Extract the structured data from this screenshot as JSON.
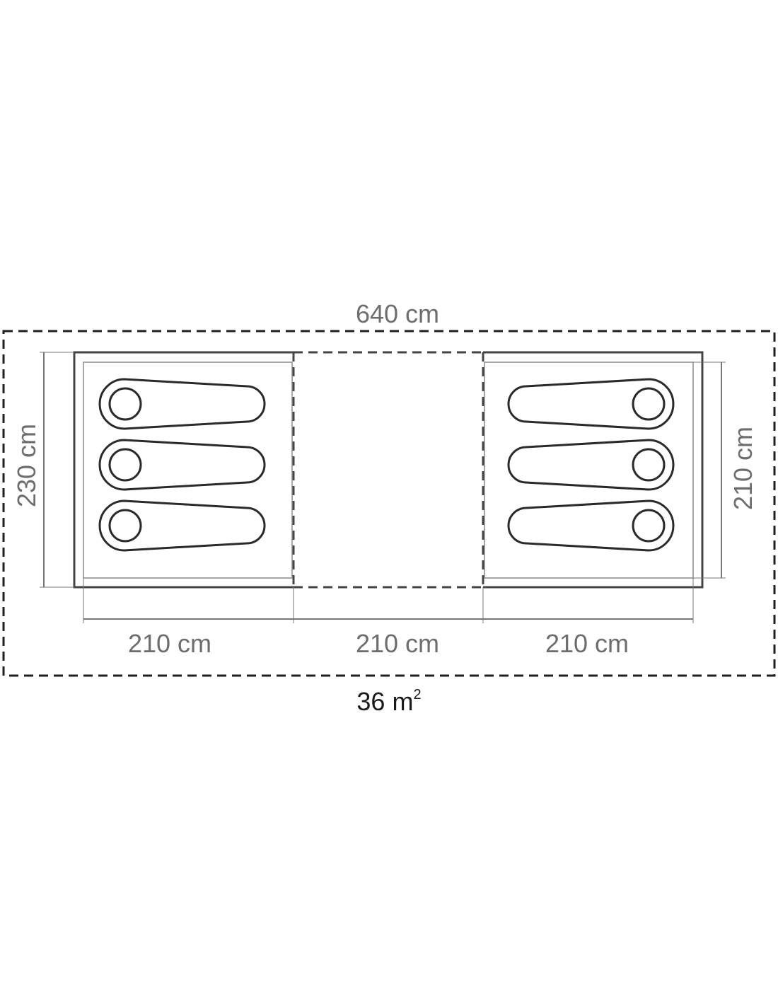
{
  "labels": {
    "total_length": "640 cm",
    "total_width": "230 cm",
    "bedroom_depth": "210 cm",
    "left_room_length": "210 cm",
    "center_room_length": "210 cm",
    "right_room_length": "210 cm",
    "area_value": "36 m",
    "area_exponent": "2"
  },
  "sleeping_bags": {
    "left_room_count": 3,
    "right_room_count": 3
  },
  "colors": {
    "outline": "#1f1f1f",
    "dimension_line": "#777777",
    "dimension_text": "#6d6d6d",
    "area_text": "#1a1a1a",
    "bag": "#2a2a2a"
  }
}
